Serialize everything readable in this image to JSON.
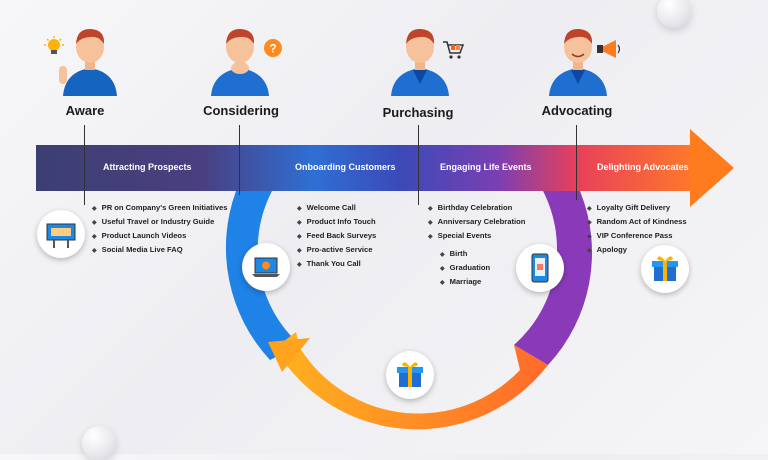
{
  "stages": [
    {
      "label": "Aware"
    },
    {
      "label": "Considering"
    },
    {
      "label": "Purchasing"
    },
    {
      "label": "Advocating"
    }
  ],
  "band_labels": [
    "Attracting Prospects",
    "Onboarding Customers",
    "Engaging Life Events",
    "Delighting Advocates"
  ],
  "lists": {
    "prospects": [
      "PR on Company's Green Initiatives",
      "Useful Travel or Industry Guide",
      "Product Launch Videos",
      "Social Media Live FAQ"
    ],
    "onboarding": [
      "Welcome Call",
      "Product Info Touch",
      "Feed Back Surveys",
      "Pro-active Service",
      "Thank You Call"
    ],
    "life_events": [
      "Birthday Celebration",
      "Anniversary Celebration",
      "Special Events"
    ],
    "special_events": [
      "Birth",
      "Graduation",
      "Marriage"
    ],
    "advocates": [
      "Loyalty Gift Delivery",
      "Random Act of Kindness",
      "VIP Conference Pass",
      "Apology"
    ]
  },
  "icons": [
    "lightbulb-icon",
    "question-bubble-icon",
    "shopping-cart-icon",
    "megaphone-icon",
    "billboard-icon",
    "laptop-video-icon",
    "smartphone-icon",
    "gift-box-icon"
  ],
  "colors": {
    "band_start": "#3c3f73",
    "band_blue": "#2f6fd4",
    "band_purple": "#7a3fb2",
    "band_end": "#ff7a2a",
    "loop_blue": "#1f7ee0",
    "loop_orange": "#ff8a1e"
  }
}
